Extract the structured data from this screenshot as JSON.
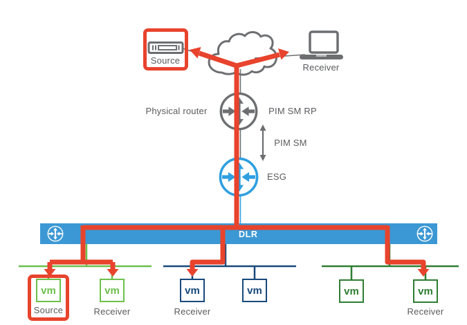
{
  "diagram": {
    "title_hint": "Multicast topology with DLR, ESG and physical PIM SM RP router",
    "top": {
      "source": {
        "label": "Source"
      },
      "receiver": {
        "label": "Receiver"
      }
    },
    "middle": {
      "physical_router_label": "Physical router",
      "pim_sm_rp_label": "PIM SM RP",
      "pim_sm_label": "PIM SM",
      "esg_label": "ESG"
    },
    "dlr": {
      "label": "DLR"
    },
    "vm_boxes": [
      {
        "text": "vm",
        "caption": "Source",
        "segment": "green-light",
        "highlighted": true
      },
      {
        "text": "vm",
        "caption": "Receiver",
        "segment": "green-light",
        "highlighted": false
      },
      {
        "text": "vm",
        "caption": "Receiver",
        "segment": "navy",
        "highlighted": false
      },
      {
        "text": "vm",
        "caption": "",
        "segment": "navy",
        "highlighted": false
      },
      {
        "text": "vm",
        "caption": "",
        "segment": "green-dark",
        "highlighted": false
      },
      {
        "text": "vm",
        "caption": "Receiver",
        "segment": "green-dark",
        "highlighted": false
      }
    ],
    "colors": {
      "multicast_red": "#E8432D",
      "dlr_blue": "#3B98D4",
      "esg_blue": "#2E9FE0",
      "navy": "#17497B",
      "green_light": "#6CBF4B",
      "green_dark": "#2E7D32",
      "gray": "#6D6E71",
      "text_gray": "#5A5B5E"
    }
  }
}
